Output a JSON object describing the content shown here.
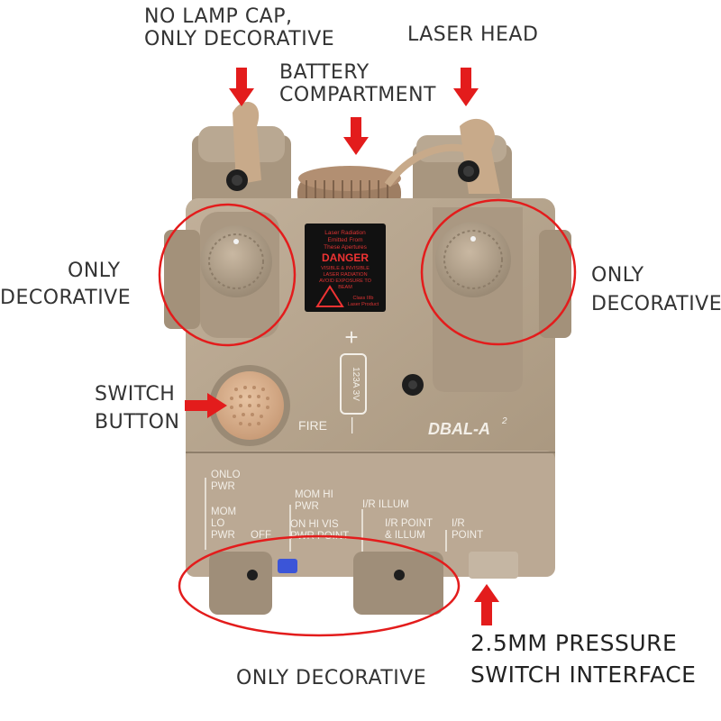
{
  "callouts": {
    "lamp_cap": [
      "NO LAMP CAP,",
      "ONLY DECORATIVE"
    ],
    "battery": [
      "BATTERY",
      "COMPARTMENT"
    ],
    "laser_head": "LASER HEAD",
    "left_knob": [
      "ONLY",
      "DECORATIVE"
    ],
    "right_knob": [
      "ONLY",
      "DECORATIVE"
    ],
    "switch": [
      "SWITCH",
      "BUTTON"
    ],
    "bottom": "ONLY DECORATIVE",
    "pressure": [
      "2.5MM PRESSURE",
      "SWITCH INTERFACE"
    ]
  },
  "device": {
    "warning_lines": [
      "Laser Radiation",
      "Emitted From",
      "These Apertures"
    ],
    "danger": "DANGER",
    "warning_body": [
      "VISIBLE & INVISIBLE",
      "LASER RADIATION",
      "AVOID EXPOSURE TO",
      "BEAM"
    ],
    "warning_class": [
      "Class IIIb",
      "Laser Product"
    ],
    "plus": "+",
    "minus": "—",
    "battery_text": "123A 3V",
    "fire": "FIRE",
    "model": "DBAL-A",
    "model_sup": "2",
    "mode_labels": {
      "onlo": [
        "ONLO",
        "PWR"
      ],
      "mom_lo": [
        "MOM",
        "LO",
        "PWR"
      ],
      "off": "OFF",
      "mom_hi": [
        "MOM HI",
        "PWR"
      ],
      "on_hi_vis": [
        "ON HI VIS",
        "PWR POINT"
      ],
      "ir_illum": "I/R ILLUM",
      "ir_point_illum": [
        "I/R POINT",
        "& ILLUM"
      ],
      "ir_point": [
        "I/R",
        "POINT"
      ]
    }
  },
  "colors": {
    "body": "#b6a58f",
    "body_dark": "#8e7e6a",
    "red": "#e31c1c",
    "label": "#222222"
  }
}
